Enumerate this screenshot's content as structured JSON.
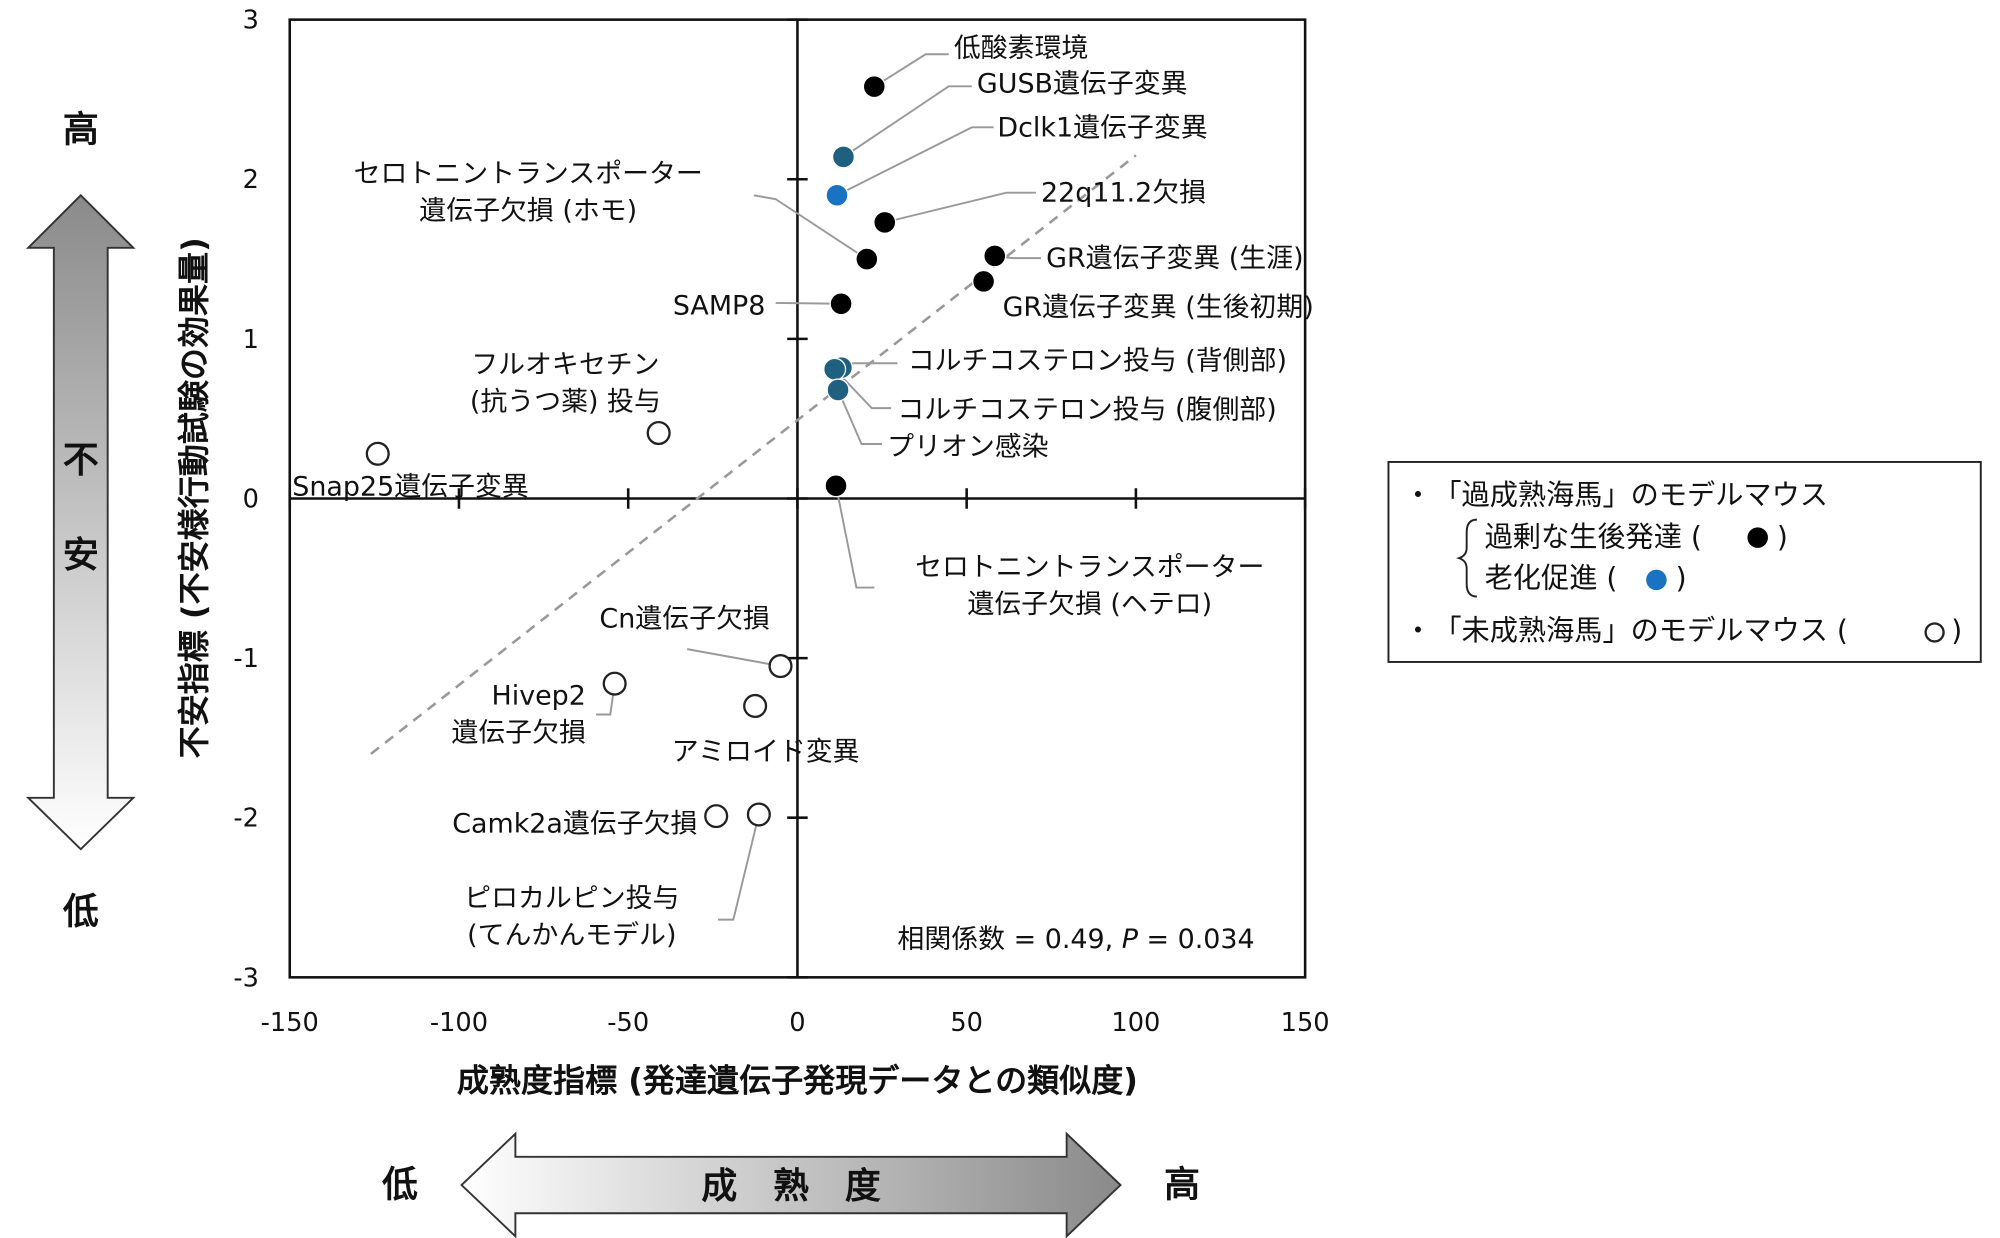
{
  "chart_data": {
    "type": "scatter",
    "xlabel": "成熟度指標 (発達遺伝子発現データとの類似度)",
    "ylabel": "不安指標 (不安様行動試験の効果量)",
    "xlim": [
      -150,
      150
    ],
    "ylim": [
      -3,
      3
    ],
    "xticks": [
      "-150",
      "-100",
      "-50",
      "0",
      "50",
      "100",
      "150"
    ],
    "yticks": [
      "3",
      "2",
      "1",
      "0",
      "-1",
      "-2",
      "-3"
    ],
    "annotation": {
      "prefix": "相関係数 = 0.49, ",
      "p_label": "P",
      "p_value": " = 0.034"
    },
    "regression_line": {
      "x": [
        -126,
        100
      ],
      "y": [
        -1.6,
        2.15
      ],
      "style": "dashed"
    },
    "colors": {
      "over_postnatal": "#000000",
      "aging_dark": "#1f5f80",
      "aging": "#1a72c2",
      "immature": "#ffffff"
    },
    "points": [
      {
        "lines": [
          "低酸素環境"
        ],
        "x": 22.7,
        "y": 2.58,
        "group": "over_postnatal"
      },
      {
        "lines": [
          "GUSB遺伝子変異"
        ],
        "x": 13.6,
        "y": 2.14,
        "group": "aging_dark"
      },
      {
        "lines": [
          "Dclk1遺伝子変異"
        ],
        "x": 11.7,
        "y": 1.9,
        "group": "aging"
      },
      {
        "lines": [
          "22q11.2欠損"
        ],
        "x": 25.8,
        "y": 1.73,
        "group": "over_postnatal"
      },
      {
        "lines": [
          "セロトニントランスポーター",
          "遺伝子欠損 (ホモ)"
        ],
        "x": 20.5,
        "y": 1.5,
        "group": "over_postnatal"
      },
      {
        "lines": [
          "GR遺伝子変異 (生涯)"
        ],
        "x": 58.3,
        "y": 1.52,
        "group": "over_postnatal"
      },
      {
        "lines": [
          "GR遺伝子変異 (生後初期)"
        ],
        "x": 55.0,
        "y": 1.36,
        "group": "over_postnatal"
      },
      {
        "lines": [
          "SAMP8"
        ],
        "x": 12.9,
        "y": 1.22,
        "group": "over_postnatal"
      },
      {
        "lines": [
          "コルチコステロン投与 (背側部)"
        ],
        "x": 13.0,
        "y": 0.82,
        "group": "aging_dark"
      },
      {
        "lines": [
          "コルチコステロン投与 (腹側部)"
        ],
        "x": 11.0,
        "y": 0.81,
        "group": "aging_dark"
      },
      {
        "lines": [
          "プリオン感染"
        ],
        "x": 12.0,
        "y": 0.68,
        "group": "aging_dark"
      },
      {
        "lines": [
          "セロトニントランスポーター",
          "遺伝子欠損 (ヘテロ)"
        ],
        "x": 11.4,
        "y": 0.08,
        "group": "over_postnatal"
      },
      {
        "lines": [
          "Snap25遺伝子変異"
        ],
        "x": -124,
        "y": 0.28,
        "group": "immature"
      },
      {
        "lines": [
          "フルオキセチン",
          "(抗うつ薬) 投与"
        ],
        "x": -41,
        "y": 0.41,
        "group": "immature"
      },
      {
        "lines": [
          "Cn遺伝子欠損"
        ],
        "x": -5,
        "y": -1.05,
        "group": "immature"
      },
      {
        "lines": [
          "Hivep2",
          "遺伝子欠損"
        ],
        "x": -54,
        "y": -1.16,
        "group": "immature"
      },
      {
        "lines": [
          "アミロイド変異"
        ],
        "x": -12.5,
        "y": -1.3,
        "group": "immature"
      },
      {
        "lines": [
          "Camk2a遺伝子欠損"
        ],
        "x": -24,
        "y": -1.99,
        "group": "immature"
      },
      {
        "lines": [
          "ピロカルピン投与",
          "(てんかんモデル)"
        ],
        "x": -11.4,
        "y": -1.98,
        "group": "immature"
      }
    ],
    "legend": {
      "placement": "right",
      "items": [
        {
          "bullet": "・",
          "text": "「過成熟海馬」のモデルマウス"
        },
        {
          "text": "過剰な生後発達 (",
          "symbol": "filled-black",
          "close": ")"
        },
        {
          "text": "老化促進 (",
          "symbol": "filled-blue",
          "close": ")"
        },
        {
          "bullet": "・",
          "text": "「未成熟海馬」のモデルマウス (",
          "symbol": "open-circle",
          "close": ")"
        }
      ]
    }
  },
  "anxiety_arrow": {
    "high": "高",
    "low": "低",
    "chars": [
      "不",
      "安"
    ]
  },
  "maturity_arrow": {
    "low": "低",
    "high": "高",
    "label": "成　熟　度"
  }
}
